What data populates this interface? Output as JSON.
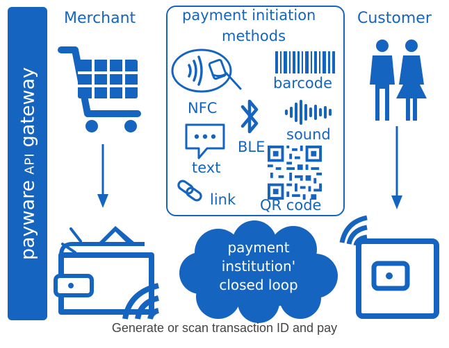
{
  "sidebar": {
    "brand": "payware",
    "product": "API",
    "suffix": "gateway"
  },
  "actors": {
    "merchant": "Merchant",
    "customer": "Customer"
  },
  "methods": {
    "title_line1": "payment initiation",
    "title_line2": "methods",
    "items": {
      "nfc": "NFC",
      "barcode": "barcode",
      "ble": "BLE",
      "sound": "sound",
      "text": "text",
      "link": "link",
      "qr": "QR code"
    }
  },
  "cloud": {
    "line1": "payment",
    "line2": "institution'",
    "line3": "closed loop"
  },
  "caption": "Generate or scan transaction ID and pay",
  "colors": {
    "primary": "#1565c0",
    "background": "#ffffff",
    "caption": "#444444"
  }
}
